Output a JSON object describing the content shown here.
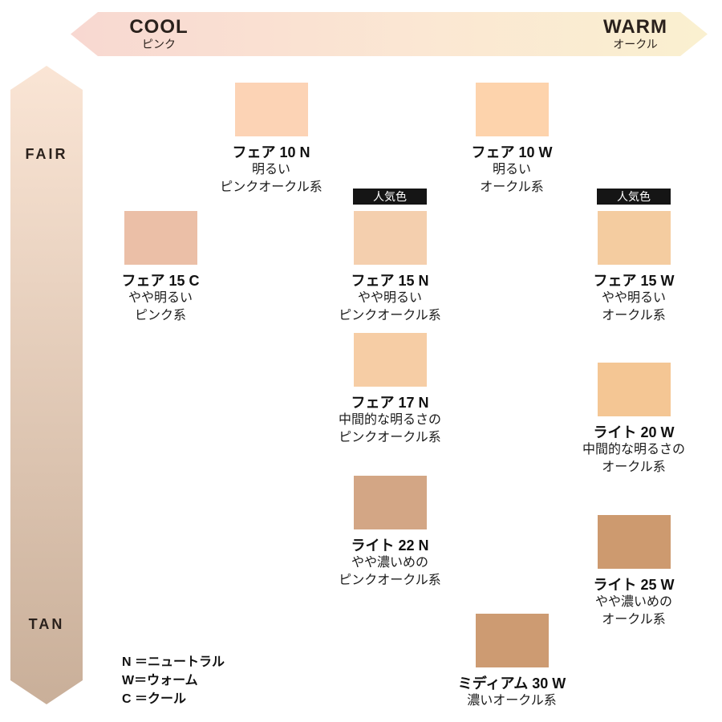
{
  "axes": {
    "horizontal": {
      "left_label": "COOL",
      "left_sublabel": "ピンク",
      "right_label": "WARM",
      "right_sublabel": "オークル",
      "gradient_start": "#f8d8d1",
      "gradient_mid": "#fbe7d3",
      "gradient_end": "#faf0d0"
    },
    "vertical": {
      "top_label": "FAIR",
      "bottom_label": "TAN",
      "gradient_start": "#fae5d5",
      "gradient_end": "#c9af99"
    }
  },
  "badge": {
    "label": "人気色",
    "bg": "#151515",
    "fg": "#ffffff"
  },
  "shades": [
    {
      "name": "フェア 10 N",
      "desc": [
        "明るい",
        "ピンクオークル系"
      ],
      "color": "#fcd3b5",
      "popular": false
    },
    {
      "name": "フェア 10 W",
      "desc": [
        "明るい",
        "オークル系"
      ],
      "color": "#fdd3ac",
      "popular": false
    },
    {
      "name": "フェア 15 C",
      "desc": [
        "やや明るい",
        "ピンク系"
      ],
      "color": "#ebbfa7",
      "popular": false
    },
    {
      "name": "フェア 15 N",
      "desc": [
        "やや明るい",
        "ピンクオークル系"
      ],
      "color": "#f4cfae",
      "popular": true
    },
    {
      "name": "フェア 15 W",
      "desc": [
        "やや明るい",
        "オークル系"
      ],
      "color": "#f4cca0",
      "popular": true
    },
    {
      "name": "フェア 17 N",
      "desc": [
        "中間的な明るさの",
        "ピンクオークル系"
      ],
      "color": "#f6cda5",
      "popular": false
    },
    {
      "name": "ライト 20 W",
      "desc": [
        "中間的な明るさの",
        "オークル系"
      ],
      "color": "#f4c694",
      "popular": false
    },
    {
      "name": "ライト 22 N",
      "desc": [
        "やや濃いめの",
        "ピンクオークル系"
      ],
      "color": "#d3a685",
      "popular": false
    },
    {
      "name": "ライト 25 W",
      "desc": [
        "やや濃いめの",
        "オークル系"
      ],
      "color": "#cd9a6f",
      "popular": false
    },
    {
      "name": "ミディアム 30 W",
      "desc": [
        "濃いオークル系"
      ],
      "color": "#cd9b72",
      "popular": false
    }
  ],
  "legend": {
    "lines": [
      "N ＝ニュートラル",
      "W＝ウォーム",
      "C ＝クール"
    ]
  }
}
